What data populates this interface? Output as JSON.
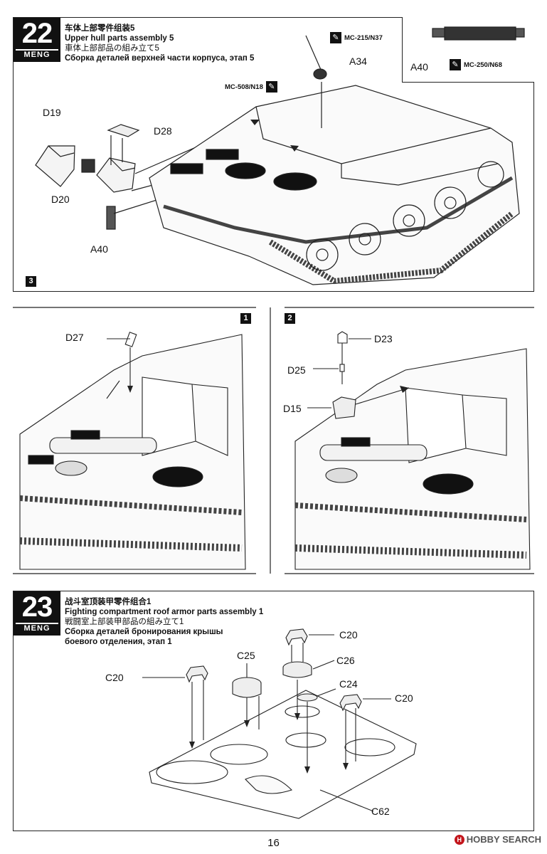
{
  "steps": [
    {
      "number": "22",
      "brand": "MENG",
      "title_cn": "车体上部零件组装5",
      "title_en": "Upper hull parts assembly 5",
      "title_jp": "車体上部部品の組み立て5",
      "title_ru": "Сборка деталей верхней части корпуса, этап 5"
    },
    {
      "number": "23",
      "brand": "MENG",
      "title_cn": "战斗室顶装甲零件组合1",
      "title_en": "Fighting compartment roof armor parts assembly 1",
      "title_jp": "戦闘室上部装甲部品の組み立て1",
      "title_ru_1": "Сборка деталей бронирования крышы",
      "title_ru_2": "боевого отделения, этап 1"
    }
  ],
  "parts": {
    "d19": "D19",
    "d28": "D28",
    "d20": "D20",
    "a40": "A40",
    "a34": "A34",
    "a40_inset": "A40",
    "d27": "D27",
    "d23": "D23",
    "d25": "D25",
    "d15": "D15",
    "c20_left": "C20",
    "c25": "C25",
    "c20_top": "C20",
    "c26": "C26",
    "c24": "C24",
    "c20_right": "C20",
    "c62": "C62"
  },
  "cements": {
    "mc215": "MC-215/N37",
    "mc508": "MC-508/N18",
    "mc250": "MC-250/N68"
  },
  "substeps": {
    "s1": "1",
    "s2": "2",
    "s3": "3"
  },
  "page_number": "16",
  "watermark": {
    "text": "HOBBY SEARCH"
  },
  "colors": {
    "ink": "#111111",
    "brand": "#c3161c"
  }
}
